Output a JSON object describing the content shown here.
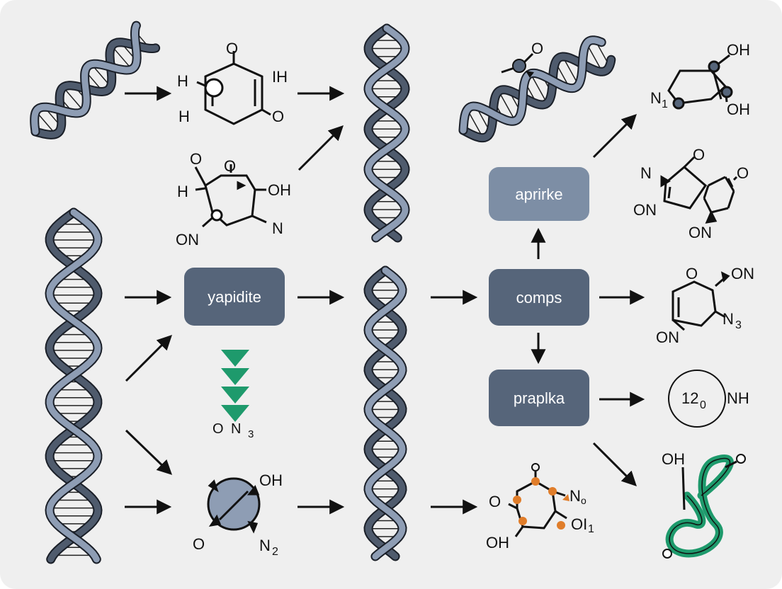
{
  "colors": {
    "background": "#efefef",
    "box_dark": "#56657a",
    "box_light": "#7d8ea5",
    "helix_dark": "#4f5b6d",
    "helix_light": "#8e9db4",
    "arrow": "#111111",
    "accent_green": "#1e9a6c",
    "accent_orange": "#e07d2a"
  },
  "boxes": {
    "yapidite": "yapidite",
    "aprirke": "aprirke",
    "comps": "comps",
    "praplka": "praplka"
  },
  "mol1": {
    "h_left_top": "H",
    "o_top": "O",
    "ih": "IH",
    "h_left_bottom": "H",
    "o_right": "O"
  },
  "mol2": {
    "o_left": "O",
    "o_top": "O",
    "h": "H",
    "oh": "OH",
    "on": "ON",
    "n": "N"
  },
  "mol_small": {
    "o": "O"
  },
  "mol3": {
    "oh_top": "OH",
    "n1": "N",
    "n1_sub": "1",
    "oh_bottom": "OH"
  },
  "mol4": {
    "n": "N",
    "o_top": "O",
    "on": "ON",
    "o_right": "O",
    "on2": "ON"
  },
  "mol5": {
    "o": "O",
    "on_top": "ON",
    "n3": "N",
    "n3_sub": "3",
    "on_bottom": "ON"
  },
  "ring": {
    "num": "12",
    "num_sub": "0",
    "nh": "NH"
  },
  "triangles": {
    "o": "O",
    "n3": "N",
    "n3_sub": "3"
  },
  "mol6": {
    "oh": "OH",
    "o": "O",
    "n2": "N",
    "n2_sub": "2"
  },
  "mol7": {
    "o_left": "O",
    "oh": "OH",
    "n": "N",
    "n_sub": "o",
    "oi": "OI",
    "oi_sub": "1"
  },
  "mol8": {
    "oh": "OH",
    "o_right": "O",
    "o_left": "O"
  }
}
